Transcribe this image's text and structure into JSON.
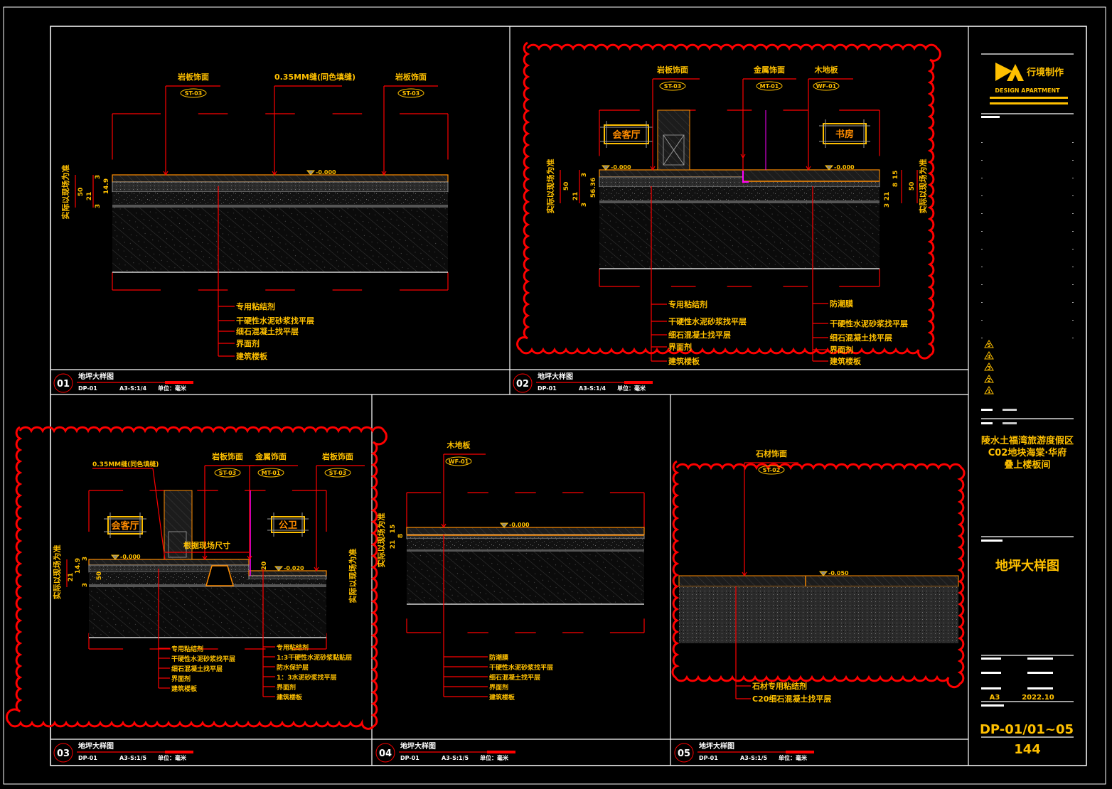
{
  "panels": [
    {
      "num": "01",
      "title": "地坪大样图",
      "code": "DP-01",
      "scale": "A3-S:1/4",
      "unit": "单位：毫米",
      "callouts": [
        {
          "label": "岩板饰面",
          "tag": "ST-03"
        },
        {
          "label": "0.35MM缝(同色填缝)"
        },
        {
          "label": "岩板饰面",
          "tag": "ST-03"
        }
      ],
      "elevation": "-0.000",
      "dim_note": "实际以现场为准",
      "dims": [
        "50",
        "21",
        "3",
        "14.9",
        "3"
      ],
      "layers": [
        "专用粘结剂",
        "干硬性水泥砂浆找平层",
        "细石混凝土找平层",
        "界面剂",
        "建筑楼板"
      ]
    },
    {
      "num": "02",
      "title": "地坪大样图",
      "code": "DP-01",
      "scale": "A3-S:1/4",
      "unit": "单位：毫米",
      "callouts": [
        {
          "label": "岩板饰面",
          "tag": "ST-03"
        },
        {
          "label": "金属饰面",
          "tag": "MT-01"
        },
        {
          "label": "木地板",
          "tag": "WF-01"
        }
      ],
      "rooms": [
        "会客厅",
        "书房"
      ],
      "elevations": [
        "-0.000",
        "-0.000"
      ],
      "dim_note": "实际以现场为准",
      "dims_left": [
        "50",
        "21",
        "3",
        "3",
        "56.36"
      ],
      "dims_right": [
        "50",
        "21",
        "3",
        "15",
        "8"
      ],
      "layers_left": [
        "专用粘结剂",
        "干硬性水泥砂浆找平层",
        "细石混凝土找平层",
        "界面剂",
        "建筑楼板"
      ],
      "layers_right": [
        "防潮膜",
        "干硬性水泥砂浆找平层",
        "细石混凝土找平层",
        "界面剂",
        "建筑楼板"
      ]
    },
    {
      "num": "03",
      "title": "地坪大样图",
      "code": "DP-01",
      "scale": "A3-S:1/5",
      "unit": "单位：毫米",
      "callouts": [
        {
          "label": "0.35MM缝(同色填缝)"
        },
        {
          "label": "岩板饰面",
          "tag": "ST-03"
        },
        {
          "label": "金属饰面",
          "tag": "MT-01"
        },
        {
          "label": "岩板饰面",
          "tag": "ST-03"
        }
      ],
      "rooms": [
        "会客厅",
        "公卫"
      ],
      "elevations": [
        "-0.000",
        "-0.020"
      ],
      "site_note": "根据现场尺寸",
      "dim_note": "实际以现场为准",
      "dims": [
        "21",
        "14.9",
        "50",
        "3",
        "3",
        "20"
      ],
      "layers_left": [
        "专用粘结剂",
        "干硬性水泥砂浆找平层",
        "细石混凝土找平层",
        "界面剂",
        "建筑楼板"
      ],
      "layers_right": [
        "专用粘结剂",
        "1:3干硬性水泥砂浆黏贴层",
        "防水保护层",
        "1：3水泥砂浆找平层",
        "界面剂",
        "建筑楼板"
      ]
    },
    {
      "num": "04",
      "title": "地坪大样图",
      "code": "DP-01",
      "scale": "A3-S:1/5",
      "unit": "单位：毫米",
      "callouts": [
        {
          "label": "木地板",
          "tag": "WF-01"
        }
      ],
      "elevation": "-0.000",
      "dim_note": "实际以现场为准",
      "dims": [
        "21",
        "8",
        "15"
      ],
      "layers": [
        "防潮膜",
        "干硬性水泥砂浆找平层",
        "细石混凝土找平层",
        "界面剂",
        "建筑楼板"
      ]
    },
    {
      "num": "05",
      "title": "地坪大样图",
      "code": "DP-01",
      "scale": "A3-S:1/5",
      "unit": "单位：毫米",
      "callouts": [
        {
          "label": "石材饰面",
          "tag": "ST-02"
        }
      ],
      "elevation": "-0.050",
      "layers": [
        "石材专用粘结剂",
        "C20细石混凝土找平层"
      ]
    }
  ],
  "title_block": {
    "logo_cn": "行境制作",
    "logo_en": "DESIGN APARTMENT",
    "project": [
      "陵水土福湾旅游度假区",
      "C02地块海棠·华府",
      "叠上楼板间"
    ],
    "drawing_title": "地坪大样图",
    "paper": "A3",
    "date": "2022.10",
    "drawing_no": "DP-01/01~05",
    "page": "144",
    "revisions": [
      "5",
      "4",
      "3",
      "2",
      "1"
    ]
  },
  "colors": {
    "background": "#000000",
    "frame": "#ffffff",
    "annotation": "#ffc000",
    "leader": "#ff0000",
    "finish": "#ff8c00"
  }
}
